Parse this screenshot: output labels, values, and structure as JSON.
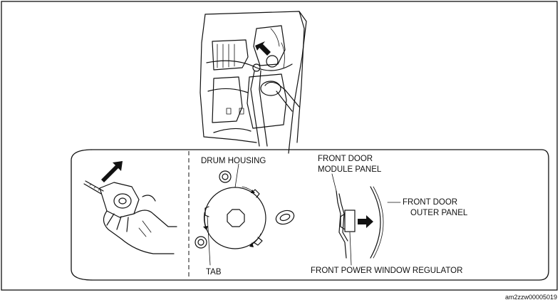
{
  "diagram": {
    "labels": {
      "drum_housing": "DRUM HOUSING",
      "module_panel_line1": "FRONT DOOR",
      "module_panel_line2": "MODULE PANEL",
      "outer_panel_line1": "FRONT DOOR",
      "outer_panel_line2": "OUTER PANEL",
      "tab": "TAB",
      "regulator": "FRONT POWER WINDOW REGULATOR"
    },
    "figure_code": "am2zzw00005019",
    "icons": {
      "top_arrow": "arrow-up-left-icon",
      "hand_arrow": "arrow-up-right-icon",
      "push_arrow": "arrow-right-icon",
      "rotation_arrows": "rotate-cw-icon"
    },
    "colors": {
      "ink": "#111111",
      "paper": "#ffffff"
    }
  }
}
